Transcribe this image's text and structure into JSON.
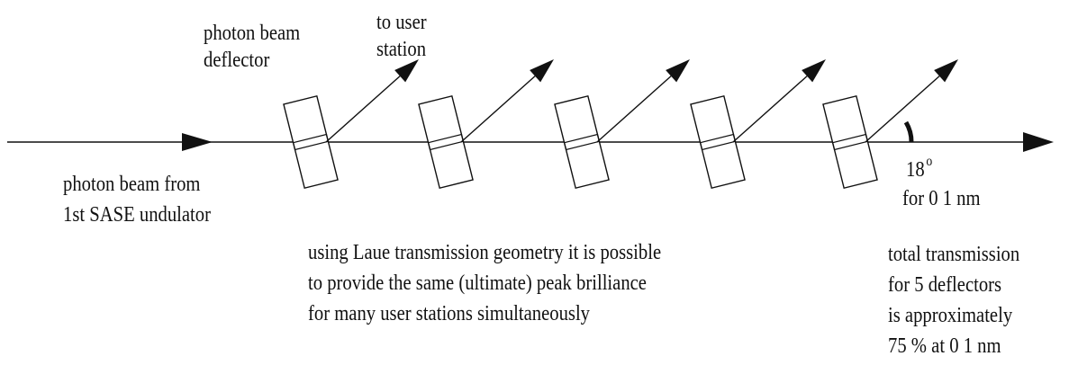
{
  "labels": {
    "deflector_line1": "photon beam",
    "deflector_line2": "deflector",
    "user_line1": "to user",
    "user_line2": "station",
    "source_line1": "photon beam from",
    "source_line2": "1st SASE undulator",
    "angle_value": "18",
    "angle_degree": "o",
    "angle_wavelength": "for 0 1 nm",
    "note_line1": "using Laue transmission geometry it is possible",
    "note_line2": "to provide the same (ultimate) peak brilliance",
    "note_line3": "for many user stations simultaneously",
    "total_line1": "total transmission",
    "total_line2": "for 5 deflectors",
    "total_line3": "is approximately",
    "total_line4": "75 % at 0 1 nm"
  },
  "deflectors": [
    {
      "id": 1
    },
    {
      "id": 2
    },
    {
      "id": 3
    },
    {
      "id": 4
    },
    {
      "id": 5
    }
  ],
  "colors": {
    "ink": "#111111",
    "background": "#ffffff"
  }
}
